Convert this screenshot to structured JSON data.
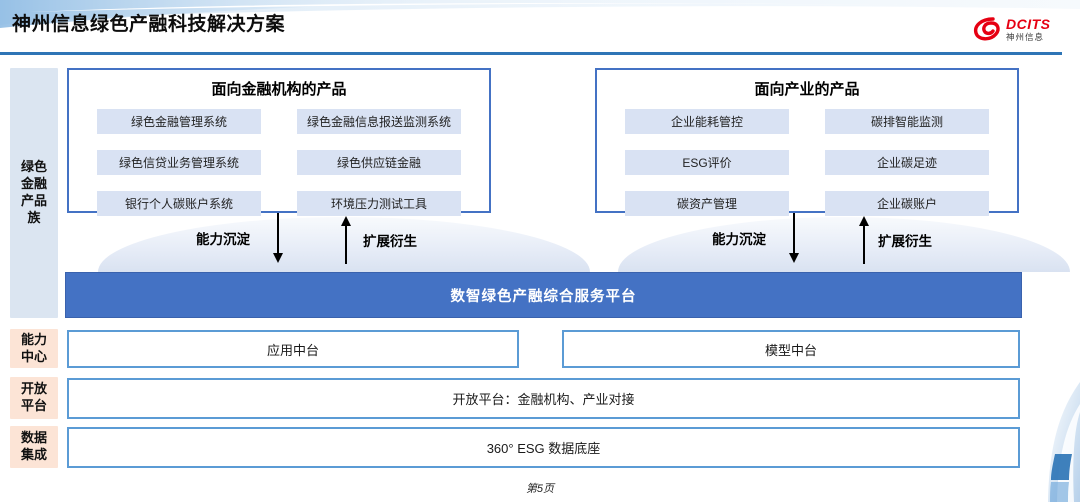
{
  "header": {
    "title": "神州信息绿色产融科技解决方案",
    "logo": {
      "brand": "DCITS",
      "brand_cn": "神州信息"
    }
  },
  "sidebar": {
    "family_label": "绿色金融产品族",
    "capability_label": "能力中心",
    "open_label": "开放平台",
    "data_label": "数据集成"
  },
  "finance_box": {
    "title": "面向金融机构的产品",
    "items": [
      "绿色金融管理系统",
      "绿色金融信息报送监测系统",
      "绿色信贷业务管理系统",
      "绿色供应链金融",
      "银行个人碳账户系统",
      "环境压力测试工具"
    ]
  },
  "industry_box": {
    "title": "面向产业的产品",
    "items": [
      "企业能耗管控",
      "碳排智能监测",
      "ESG评价",
      "企业碳足迹",
      "碳资产管理",
      "企业碳账户"
    ]
  },
  "arrows": {
    "down_label": "能力沉淀",
    "up_label": "扩展衍生"
  },
  "platform": {
    "label": "数智绿色产融综合服务平台"
  },
  "middle": {
    "left_label": "应用中台",
    "right_label": "模型中台"
  },
  "open_platform": {
    "label": "开放平台：金融机构、产业对接"
  },
  "data_base": {
    "label": "360° ESG 数据底座"
  },
  "footer": {
    "page_label": "第5页"
  },
  "colors": {
    "accent_blue": "#4472c4",
    "border_blue": "#2e75b6",
    "row_border_blue": "#5b9bd5",
    "light_blue_fill": "#d9e2f3",
    "sidebar_blue": "#dbe5f1",
    "sidebar_peach": "#fce4d6",
    "logo_red": "#e60012"
  }
}
